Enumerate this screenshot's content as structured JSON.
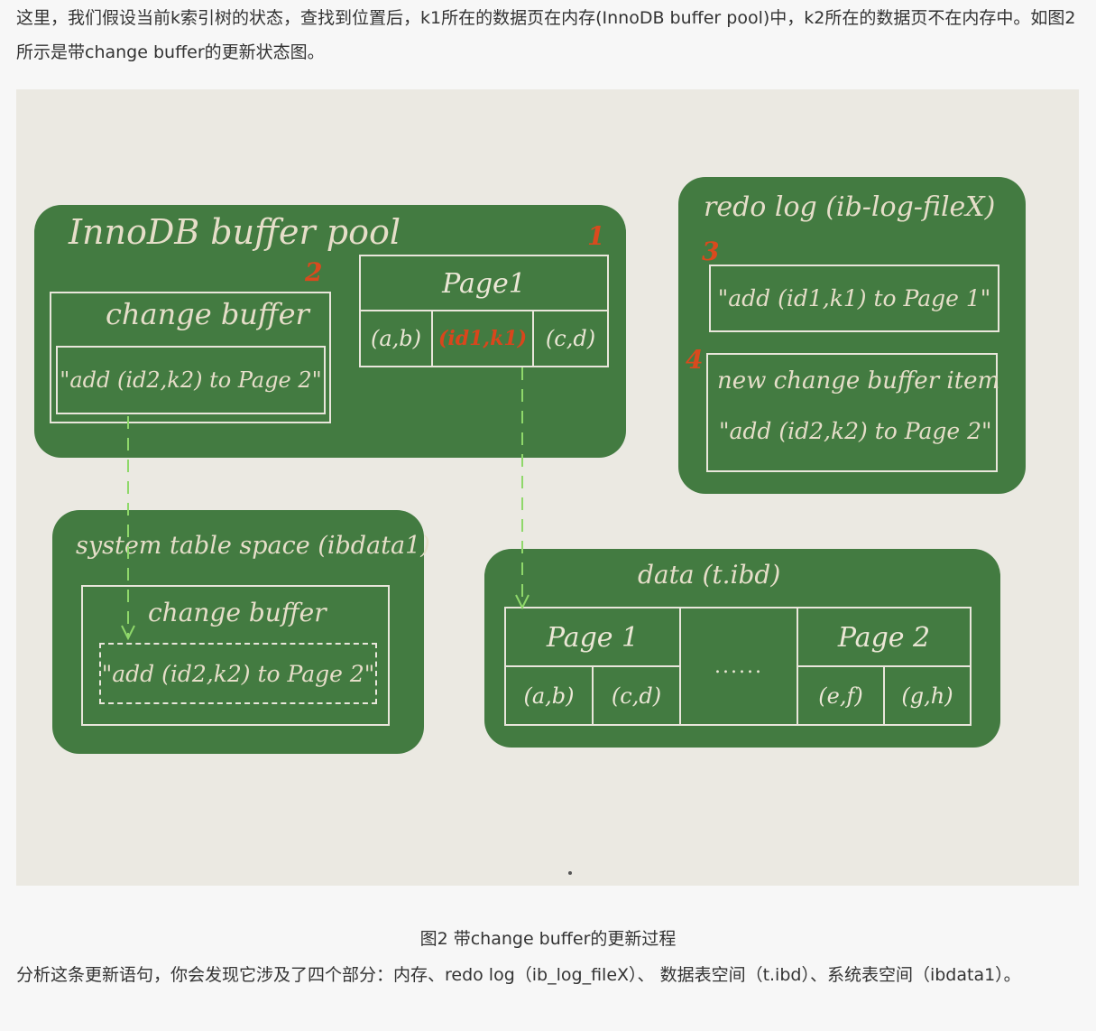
{
  "para_top": "这里，我们假设当前k索引树的状态，查找到位置后，k1所在的数据页在内存(InnoDB buffer pool)中，k2所在的数据页不在内存中。如图2所示是带change buffer的更新状态图。",
  "figure": {
    "buffer_pool": {
      "title": "InnoDB buffer pool",
      "num_change": "2",
      "num_page": "1",
      "change_buffer_label": "change buffer",
      "change_item": "\"add (id2,k2) to Page 2\"",
      "page1_title": "Page1",
      "page1_cells": [
        "(a,b)",
        "(id1,k1)",
        "(c,d)"
      ]
    },
    "redo": {
      "title": "redo log (ib-log-fileX)",
      "num3": "3",
      "num4": "4",
      "entry3": "\"add (id1,k1) to Page 1\"",
      "entry4_line1": "new change buffer item",
      "entry4_line2": "\"add (id2,k2) to Page 2\""
    },
    "system_space": {
      "title": "system table space (ibdata1)",
      "cb_label": "change buffer",
      "cb_item": "\"add (id2,k2) to Page 2\""
    },
    "data_file": {
      "title": "data (t.ibd)",
      "page1_title": "Page 1",
      "page1_cells": [
        "(a,b)",
        "(c,d)"
      ],
      "ellipsis": "......",
      "page2_title": "Page 2",
      "page2_cells": [
        "(e,f)",
        "(g,h)"
      ]
    },
    "colors": {
      "box": "#437b41",
      "handwriting": "#e6dec9",
      "highlight": "#d9461c",
      "arrow": "#8fd86a",
      "background": "#ebe9e2"
    }
  },
  "caption": "图2 带change buffer的更新过程",
  "para_bottom": "分析这条更新语句，你会发现它涉及了四个部分：内存、redo log（ib_log_fileX）、 数据表空间（t.ibd）、系统表空间（ibdata1）。"
}
